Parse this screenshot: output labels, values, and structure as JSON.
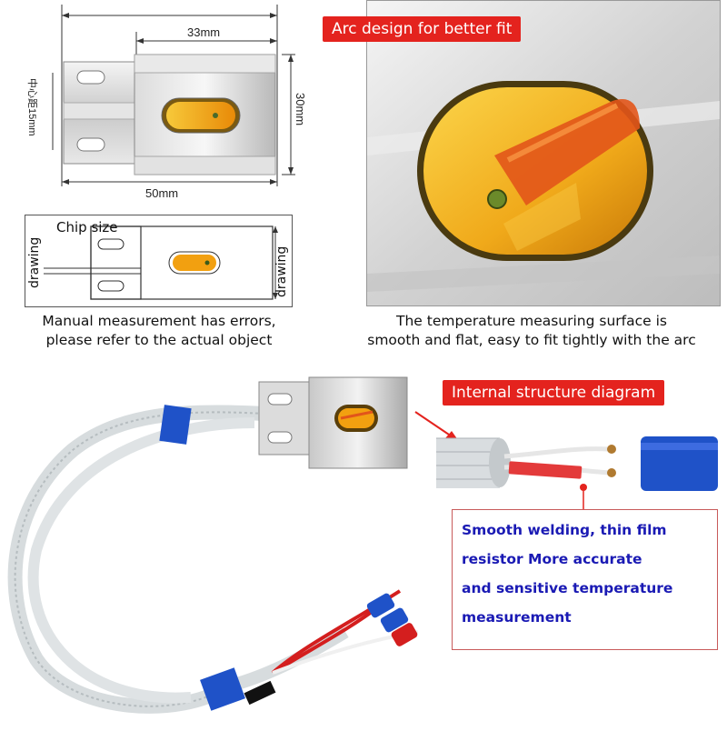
{
  "dimensions": {
    "top_label": "33mm",
    "bottom_label": "50mm",
    "height_label": "30mm",
    "side_label": "中心距15mm"
  },
  "chip_drawing": {
    "title": "Chip size",
    "left_label": "drawing",
    "right_label": "drawing"
  },
  "captions": {
    "left_line1": "Manual measurement has errors,",
    "left_line2": "please refer to the actual object",
    "right_line1": "The temperature measuring surface is",
    "right_line2": "smooth and flat, easy to fit tightly with the arc"
  },
  "tags": {
    "arc_design": "Arc design for better fit",
    "internal_structure": "Internal structure diagram"
  },
  "feature_box": {
    "line1": "Smooth welding, thin film",
    "line2": "resistor More accurate",
    "line3": "and sensitive temperature",
    "line4": "measurement"
  },
  "colors": {
    "tag_red": "#e4231e",
    "feature_blue": "#1a1ab4",
    "kapton_orange": "#f2a010",
    "terminal_blue": "#1f52c8",
    "wire_red": "#d41e1e"
  }
}
